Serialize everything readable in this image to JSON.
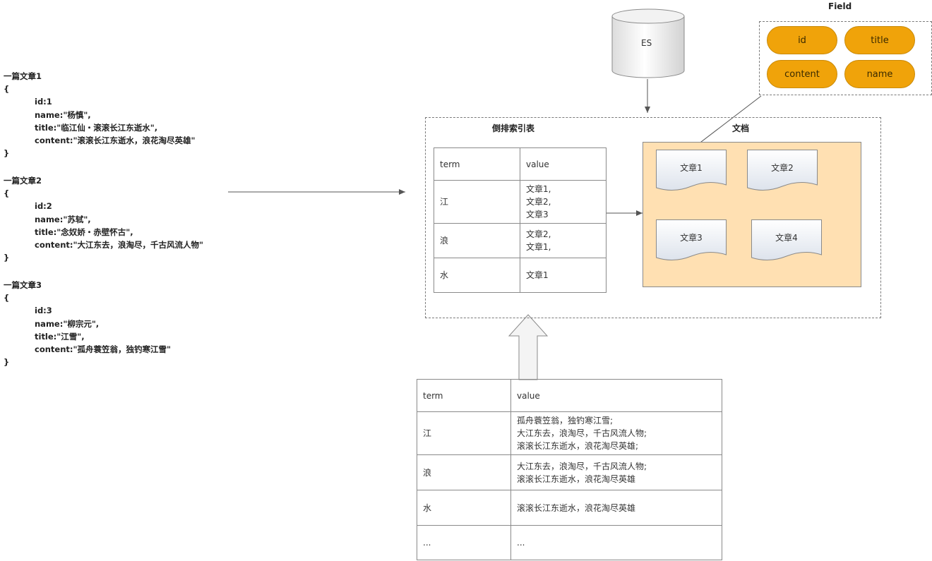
{
  "articles": [
    {
      "heading": "一篇文章1",
      "open": "{",
      "fields": [
        "id:1",
        "name:\"杨慎\",",
        "title:\"临江仙・滚滚长江东逝水\",",
        "content:\"滚滚长江东逝水，浪花淘尽英雄\""
      ],
      "close": "}"
    },
    {
      "heading": "一篇文章2",
      "open": "{",
      "fields": [
        "id:2",
        "name:\"苏轼\",",
        "title:\"念奴娇・赤壁怀古\",",
        "content:\"大江东去，浪淘尽，千古风流人物\""
      ],
      "close": "}"
    },
    {
      "heading": "一篇文章3",
      "open": "{",
      "fields": [
        "id:3",
        "name:\"柳宗元\",",
        "title:\"江雪\",",
        "content:\"孤舟蓑笠翁，独钓寒江雪\""
      ],
      "close": "}"
    }
  ],
  "es": {
    "label": "ES"
  },
  "field_box": {
    "title": "Field",
    "pills": [
      "id",
      "title",
      "content",
      "name"
    ]
  },
  "inverted_index": {
    "title": "倒排索引表",
    "header": {
      "term": "term",
      "value": "value"
    },
    "rows": [
      {
        "term": "江",
        "values": [
          "文章1,",
          "文章2,",
          "文章3"
        ]
      },
      {
        "term": "浪",
        "values": [
          "文章2,",
          "文章1,"
        ]
      },
      {
        "term": "水",
        "values": [
          "文章1"
        ]
      }
    ]
  },
  "documents": {
    "title": "文档",
    "cards": [
      "文章1",
      "文章2",
      "文章3",
      "文章4"
    ]
  },
  "source_table": {
    "header": {
      "term": "term",
      "value": "value"
    },
    "rows": [
      {
        "term": "江",
        "values": [
          "孤舟蓑笠翁，独钓寒江雪;",
          "大江东去，浪淘尽，千古风流人物;",
          "滚滚长江东逝水，浪花淘尽英雄;"
        ]
      },
      {
        "term": "浪",
        "values": [
          "大江东去，浪淘尽，千古风流人物;",
          "滚滚长江东逝水，浪花淘尽英雄"
        ]
      },
      {
        "term": "水",
        "values": [
          "滚滚长江东逝水，浪花淘尽英雄"
        ]
      },
      {
        "term": "...",
        "values": [
          "..."
        ]
      }
    ]
  }
}
